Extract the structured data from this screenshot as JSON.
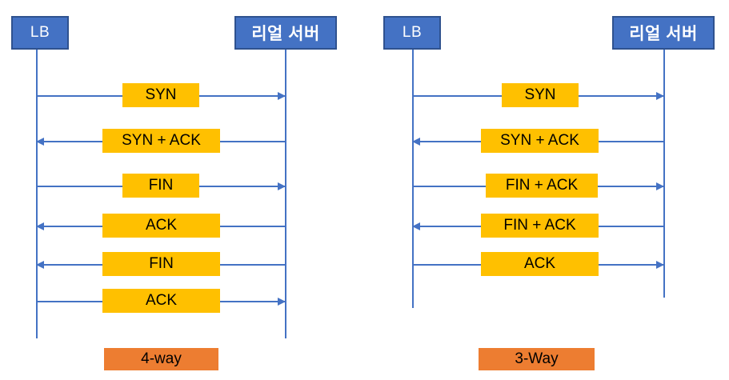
{
  "background_color": "#FFFFFF",
  "palette": {
    "node_fill": "#4472C4",
    "node_border": "#2F528F",
    "node_text": "#FFFFFF",
    "line": "#4472C4",
    "message_fill": "#FFC000",
    "message_text": "#000000",
    "caption_fill": "#ED7D31",
    "caption_text": "#000000"
  },
  "diagrams": [
    {
      "id": "four-way",
      "caption": "4-way",
      "actors": {
        "left": {
          "label": "LB"
        },
        "right": {
          "label": "리얼 서버"
        }
      },
      "messages": [
        {
          "label": "SYN",
          "direction": "right"
        },
        {
          "label": "SYN + ACK",
          "direction": "left"
        },
        {
          "label": "FIN",
          "direction": "right"
        },
        {
          "label": "ACK",
          "direction": "left"
        },
        {
          "label": "FIN",
          "direction": "left"
        },
        {
          "label": "ACK",
          "direction": "right"
        }
      ]
    },
    {
      "id": "three-way",
      "caption": "3-Way",
      "actors": {
        "left": {
          "label": "LB"
        },
        "right": {
          "label": "리얼 서버"
        }
      },
      "messages": [
        {
          "label": "SYN",
          "direction": "right"
        },
        {
          "label": "SYN + ACK",
          "direction": "left"
        },
        {
          "label": "FIN + ACK",
          "direction": "right"
        },
        {
          "label": "FIN + ACK",
          "direction": "left"
        },
        {
          "label": "ACK",
          "direction": "right"
        }
      ]
    }
  ]
}
